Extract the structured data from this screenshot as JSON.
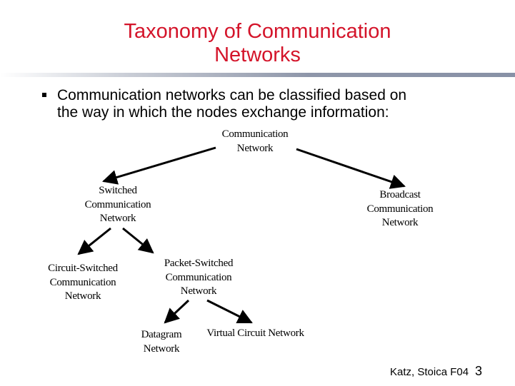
{
  "slide": {
    "title_line1": "Taxonomy of Communication",
    "title_line2": "Networks",
    "bullet_line1": "Communication networks can be classified based on",
    "bullet_line2": "the way in which the nodes exchange information:",
    "footer": "Katz, Stoica F04",
    "page_number": "3"
  },
  "diagram": {
    "nodes": {
      "communication": [
        "Communication",
        "Network"
      ],
      "switched": [
        "Switched",
        "Communication",
        "Network"
      ],
      "broadcast": [
        "Broadcast",
        "Communication",
        "Network"
      ],
      "circuit": [
        "Circuit-Switched",
        "Communication",
        "Network"
      ],
      "packet": [
        "Packet-Switched",
        "Communication",
        "Network"
      ],
      "datagram": [
        "Datagram",
        "Network"
      ],
      "virtual": [
        "Virtual Circuit Network"
      ]
    },
    "edges": [
      {
        "from": "communication",
        "to": "switched"
      },
      {
        "from": "communication",
        "to": "broadcast"
      },
      {
        "from": "switched",
        "to": "circuit"
      },
      {
        "from": "switched",
        "to": "packet"
      },
      {
        "from": "packet",
        "to": "datagram"
      },
      {
        "from": "packet",
        "to": "virtual"
      }
    ]
  },
  "colors": {
    "title": "#d4142a",
    "rule": "#8891a6"
  }
}
